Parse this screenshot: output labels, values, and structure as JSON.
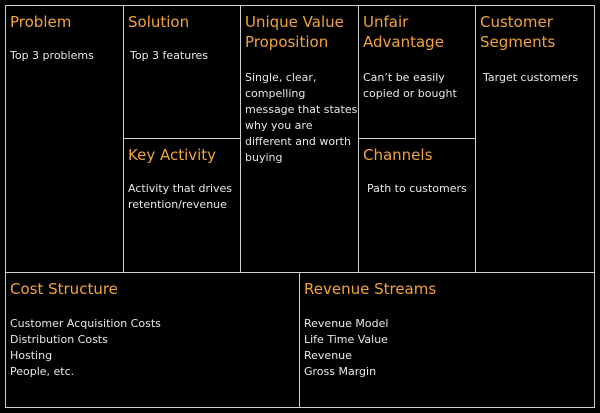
{
  "colors": {
    "background": "#000000",
    "border": "#cfcfcf",
    "title": "#f2a33a",
    "body_text": "#e8e8e8"
  },
  "canvas": {
    "problem": {
      "title": "Problem",
      "body": "Top 3 problems"
    },
    "solution": {
      "title": "Solution",
      "body": "Top 3 features"
    },
    "key_activity": {
      "title": "Key Activity",
      "body": "Activity that drives\nretention/revenue"
    },
    "unique_value_proposition": {
      "title": "Unique Value\nProposition",
      "body": "Single, clear,\ncompelling\nmessage that states\nwhy you are\ndifferent and worth\nbuying"
    },
    "unfair_advantage": {
      "title": "Unfair\nAdvantage",
      "body": "Can’t be easily\ncopied or bought"
    },
    "channels": {
      "title": "Channels",
      "body": "Path to customers"
    },
    "customer_segments": {
      "title": "Customer\nSegments",
      "body": "Target customers"
    },
    "cost_structure": {
      "title": "Cost Structure",
      "body": "Customer Acquisition Costs\nDistribution Costs\nHosting\nPeople, etc."
    },
    "revenue_streams": {
      "title": "Revenue Streams",
      "body": "Revenue Model\nLife Time Value\nRevenue\nGross Margin"
    }
  }
}
